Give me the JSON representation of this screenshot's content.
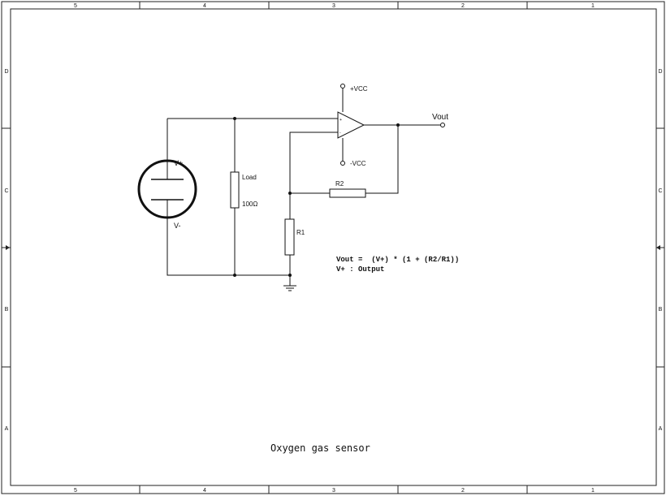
{
  "frame": {
    "col_labels": [
      "5",
      "4",
      "3",
      "2",
      "1"
    ],
    "row_labels": [
      "D",
      "C",
      "B",
      "A"
    ]
  },
  "components": {
    "sensor_pos": "V+",
    "sensor_neg": "V-",
    "load_name": "Load",
    "load_value": "100Ω",
    "r1": "R1",
    "r2": "R2",
    "vcc_pos": "+VCC",
    "vcc_neg": "-VCC",
    "output": "Vout",
    "opamp_plus": "+",
    "opamp_minus": "-"
  },
  "formula": {
    "line1": "Vout =  (V+) * (1 + (R2/R1))",
    "line2": "V+ : Output"
  },
  "title": "Oxygen gas sensor"
}
